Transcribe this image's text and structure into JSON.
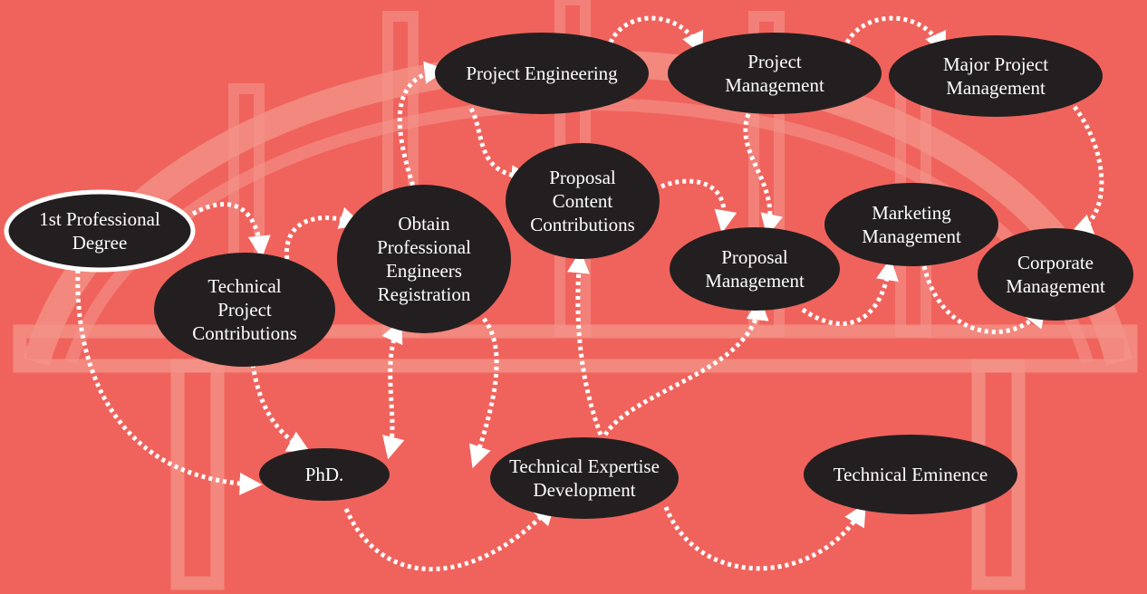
{
  "colors": {
    "background": "#f0635c",
    "bridge": "#f3948a",
    "node_fill": "#231f20",
    "text": "#ffffff",
    "connector": "#ffffff"
  },
  "nodes": [
    {
      "id": "degree",
      "lines": [
        "1st Professional",
        "Degree"
      ],
      "highlight": true
    },
    {
      "id": "tech-project",
      "lines": [
        "Technical",
        "Project",
        "Contributions"
      ]
    },
    {
      "id": "obtain-pe",
      "lines": [
        "Obtain",
        "Professional",
        "Engineers",
        "Registration"
      ]
    },
    {
      "id": "project-eng",
      "lines": [
        "Project Engineering"
      ]
    },
    {
      "id": "proposal-content",
      "lines": [
        "Proposal",
        "Content",
        "Contributions"
      ]
    },
    {
      "id": "project-mgmt",
      "lines": [
        "Project",
        "Management"
      ]
    },
    {
      "id": "major-project",
      "lines": [
        "Major Project",
        "Management"
      ]
    },
    {
      "id": "marketing",
      "lines": [
        "Marketing",
        "Management"
      ]
    },
    {
      "id": "proposal-mgmt",
      "lines": [
        "Proposal",
        "Management"
      ]
    },
    {
      "id": "corporate",
      "lines": [
        "Corporate",
        "Management"
      ]
    },
    {
      "id": "phd",
      "lines": [
        "PhD."
      ]
    },
    {
      "id": "tech-expertise",
      "lines": [
        "Technical Expertise",
        "Development"
      ]
    },
    {
      "id": "tech-eminence",
      "lines": [
        "Technical Eminence"
      ]
    }
  ],
  "edges": [
    {
      "from": "degree",
      "to": "tech-project"
    },
    {
      "from": "degree",
      "to": "phd"
    },
    {
      "from": "tech-project",
      "to": "obtain-pe"
    },
    {
      "from": "tech-project",
      "to": "phd"
    },
    {
      "from": "obtain-pe",
      "to": "project-eng"
    },
    {
      "from": "obtain-pe",
      "to": "phd",
      "bidirectional": true
    },
    {
      "from": "obtain-pe",
      "to": "tech-expertise"
    },
    {
      "from": "project-eng",
      "to": "project-mgmt"
    },
    {
      "from": "project-eng",
      "to": "proposal-content"
    },
    {
      "from": "proposal-content",
      "to": "proposal-mgmt"
    },
    {
      "from": "project-mgmt",
      "to": "major-project"
    },
    {
      "from": "project-mgmt",
      "to": "proposal-mgmt"
    },
    {
      "from": "major-project",
      "to": "corporate"
    },
    {
      "from": "proposal-mgmt",
      "to": "marketing"
    },
    {
      "from": "marketing",
      "to": "corporate"
    },
    {
      "from": "phd",
      "to": "tech-expertise"
    },
    {
      "from": "tech-expertise",
      "to": "proposal-content"
    },
    {
      "from": "tech-expertise",
      "to": "proposal-mgmt"
    },
    {
      "from": "tech-expertise",
      "to": "tech-eminence"
    }
  ]
}
